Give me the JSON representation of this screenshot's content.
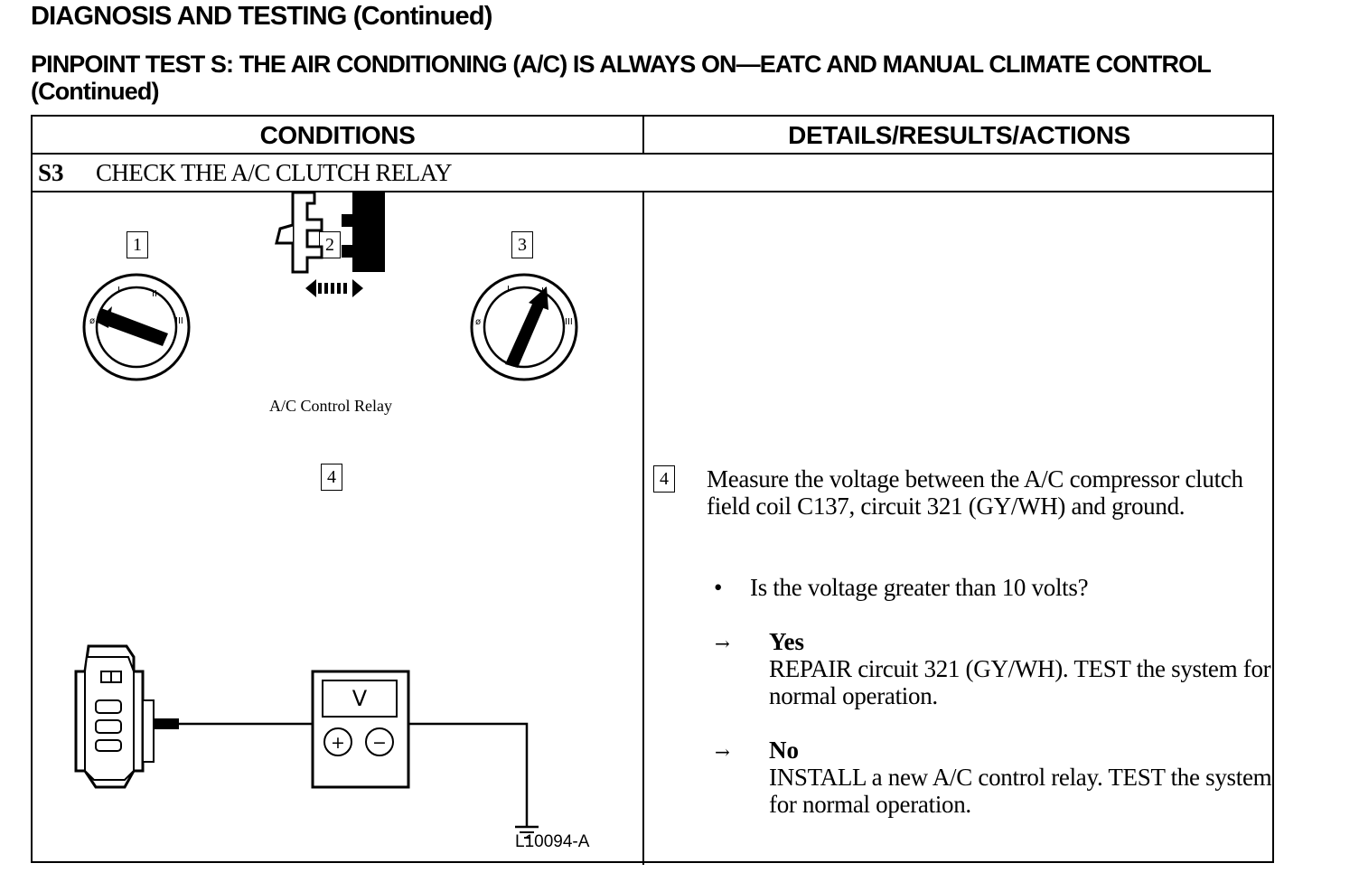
{
  "page": {
    "heading": "DIAGNOSIS AND TESTING (Continued)",
    "subheading": "PINPOINT TEST S:  THE AIR CONDITIONING (A/C) IS ALWAYS ON—EATC AND MANUAL CLIMATE CONTROL (Continued)"
  },
  "table": {
    "headers": [
      "CONDITIONS",
      "DETAILS/RESULTS/ACTIONS"
    ],
    "step": {
      "id": "S3",
      "title": "CHECK THE A/C CLUTCH RELAY"
    },
    "conditions": {
      "callouts": [
        "1",
        "2",
        "3",
        "4"
      ],
      "relay_caption": "A/C Control Relay",
      "meter_unit": "V",
      "meter_plus": "+",
      "meter_minus": "−",
      "switch_marks": [
        "ø",
        "I",
        "II",
        "III"
      ],
      "figure_code": "L10094-A"
    },
    "details": {
      "callout": "4",
      "instruction": "Measure the voltage between the A/C compressor clutch field coil C137, circuit 321 (GY/WH) and ground.",
      "bullet": "•",
      "question": "Is the voltage greater than 10 volts?",
      "arrow": "→",
      "answers": [
        {
          "label": "Yes",
          "action": "REPAIR circuit 321 (GY/WH). TEST the system for normal operation."
        },
        {
          "label": "No",
          "action": "INSTALL a new A/C control relay. TEST the system for normal operation."
        }
      ]
    }
  }
}
